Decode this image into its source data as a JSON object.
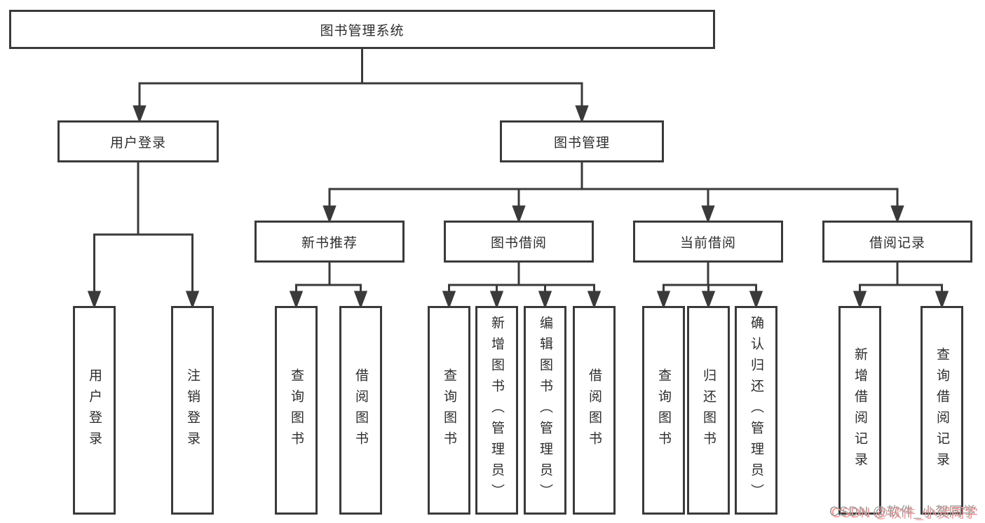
{
  "root_label": "图书管理系统",
  "level2": {
    "user_login": "用户登录",
    "book_management": "图书管理"
  },
  "level3": {
    "new_book_recommend": "新书推荐",
    "book_borrow": "图书借阅",
    "current_borrow": "当前借阅",
    "borrow_records": "借阅记录"
  },
  "leaves": {
    "user_login": [
      "用户登录",
      "注销登录"
    ],
    "new_book_recommend": [
      "查询图书",
      "借阅图书"
    ],
    "book_borrow": [
      "查询图书",
      "新增图书（管理员）",
      "编辑图书（管理员）",
      "借阅图书"
    ],
    "current_borrow": [
      "查询图书",
      "归还图书",
      "确认归还（管理员）"
    ],
    "borrow_records": [
      "新增借阅记录",
      "查询借阅记录"
    ]
  },
  "watermark": "CSDN @软件_小贺同学",
  "colors": {
    "line": "#3a3a3a",
    "text": "#2d2d2d",
    "background": "#ffffff",
    "watermark_text": "#9e9e9e",
    "watermark_shadow": "#fc8d8d"
  }
}
